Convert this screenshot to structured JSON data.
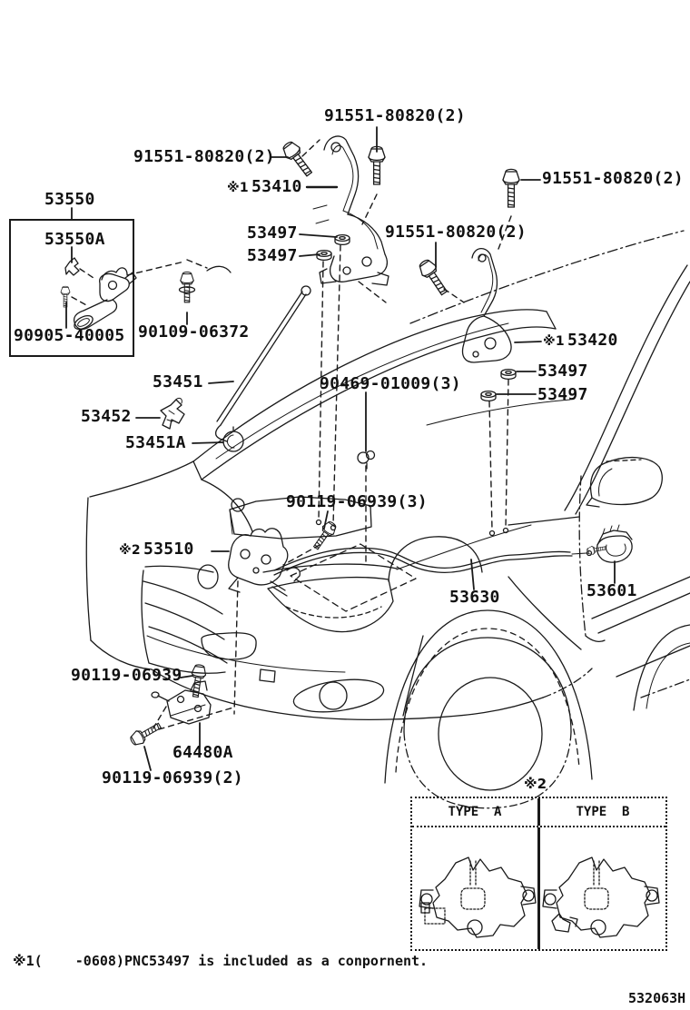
{
  "page": {
    "background": "#ffffff",
    "ink": "#1a1a1a",
    "drawing_code": "532063H",
    "footnote": "※1(    -0608)PNC53497 is included as a conpornent.",
    "inset_table_marker": "※2",
    "variant_table": {
      "col_a": "TYPE  A",
      "col_b": "TYPE  B"
    }
  },
  "labels": [
    {
      "id": "91551-top",
      "text": "91551-80820(2)"
    },
    {
      "id": "91551-left",
      "text": "91551-80820(2)"
    },
    {
      "id": "53410",
      "prefix": "※1",
      "text": "53410"
    },
    {
      "id": "91551-right",
      "text": "91551-80820(2)"
    },
    {
      "id": "53550",
      "text": "53550"
    },
    {
      "id": "91551-mid",
      "text": "91551-80820(2)"
    },
    {
      "id": "53497-a",
      "text": "53497"
    },
    {
      "id": "53550A",
      "text": "53550A"
    },
    {
      "id": "53497-b",
      "text": "53497"
    },
    {
      "id": "90905",
      "text": "90905-40005"
    },
    {
      "id": "90109",
      "text": "90109-06372"
    },
    {
      "id": "53420",
      "prefix": "※1",
      "text": "53420"
    },
    {
      "id": "53497-c",
      "text": "53497"
    },
    {
      "id": "53497-d",
      "text": "53497"
    },
    {
      "id": "53451",
      "text": "53451"
    },
    {
      "id": "90469",
      "text": "90469-01009(3)"
    },
    {
      "id": "53452",
      "text": "53452"
    },
    {
      "id": "53451A",
      "text": "53451A"
    },
    {
      "id": "90119-3",
      "text": "90119-06939(3)"
    },
    {
      "id": "53510",
      "prefix": "※2",
      "text": "53510"
    },
    {
      "id": "53630",
      "text": "53630"
    },
    {
      "id": "53601",
      "text": "53601"
    },
    {
      "id": "90119",
      "text": "90119-06939"
    },
    {
      "id": "64480A",
      "text": "64480A"
    },
    {
      "id": "90119-2",
      "text": "90119-06939(2)"
    }
  ]
}
